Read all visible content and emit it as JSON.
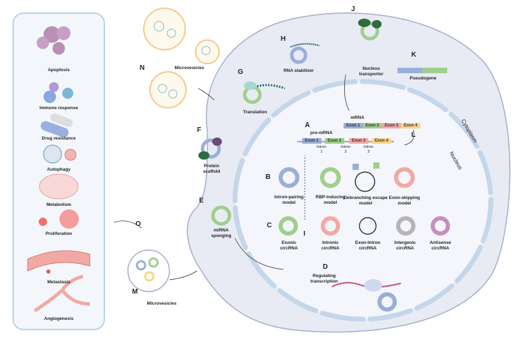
{
  "colors": {
    "exon1": "#9aaed8",
    "exon2": "#9fcf8c",
    "exon3": "#f2a9a4",
    "exon4": "#f8d588",
    "intergenic": "#b5b5b5",
    "antisense": "#c68fbf",
    "cell": "#e8ebf4",
    "nucleus": "#f4f6fb"
  },
  "panel": {
    "items": [
      "Apoptosis",
      "Immune response",
      "Drug resistance",
      "Autophagy",
      "Metabolism",
      "Proliferation",
      "Metastasis",
      "Angiogenesis"
    ]
  },
  "letters": {
    "A": "A",
    "B": "B",
    "C": "C",
    "D": "D",
    "E": "E",
    "F": "F",
    "G": "G",
    "H": "H",
    "I": "I",
    "J": "J",
    "K": "K",
    "L": "L",
    "M": "M",
    "N": "N",
    "O": "O"
  },
  "labels": {
    "microvesicles_top": "Microvesicles",
    "rna_stabilizer": "RNA stabilizer",
    "nucleus_transportor": "Nucleus\ntransportor",
    "pseudogene": "Pseudogene",
    "translation": "Translation",
    "protein_scaffold": "Protein\nscaffold",
    "mirna_sponging": "miRNA\nsponging",
    "mrna": "mRNA",
    "pre_mrna": "pre-mRNA",
    "cytoplasm": "Cytoplasm",
    "nucleus": "Nucleus",
    "regulating_transcription": "Regulating\ntranscription",
    "microvesicles_bottom": "Microvesicles"
  },
  "exons": [
    "Exon 1",
    "Exon 2",
    "Exon 3",
    "Exon 4"
  ],
  "introns": [
    "Intron\n1",
    "Intron\n2",
    "Intron\n3"
  ],
  "models": [
    "Intron-pairing\nmodel",
    "RBP-inducing\nmodel",
    "Debranching escape\nmodel",
    "Exon-skipping\nmodel"
  ],
  "circrna_types": [
    "Exonic\ncircRNA",
    "Intronic\ncircRNA",
    "Exon-Intron\ncircRNA",
    "Intergenic\ncircRNA",
    "Antisense\ncircRNA"
  ]
}
